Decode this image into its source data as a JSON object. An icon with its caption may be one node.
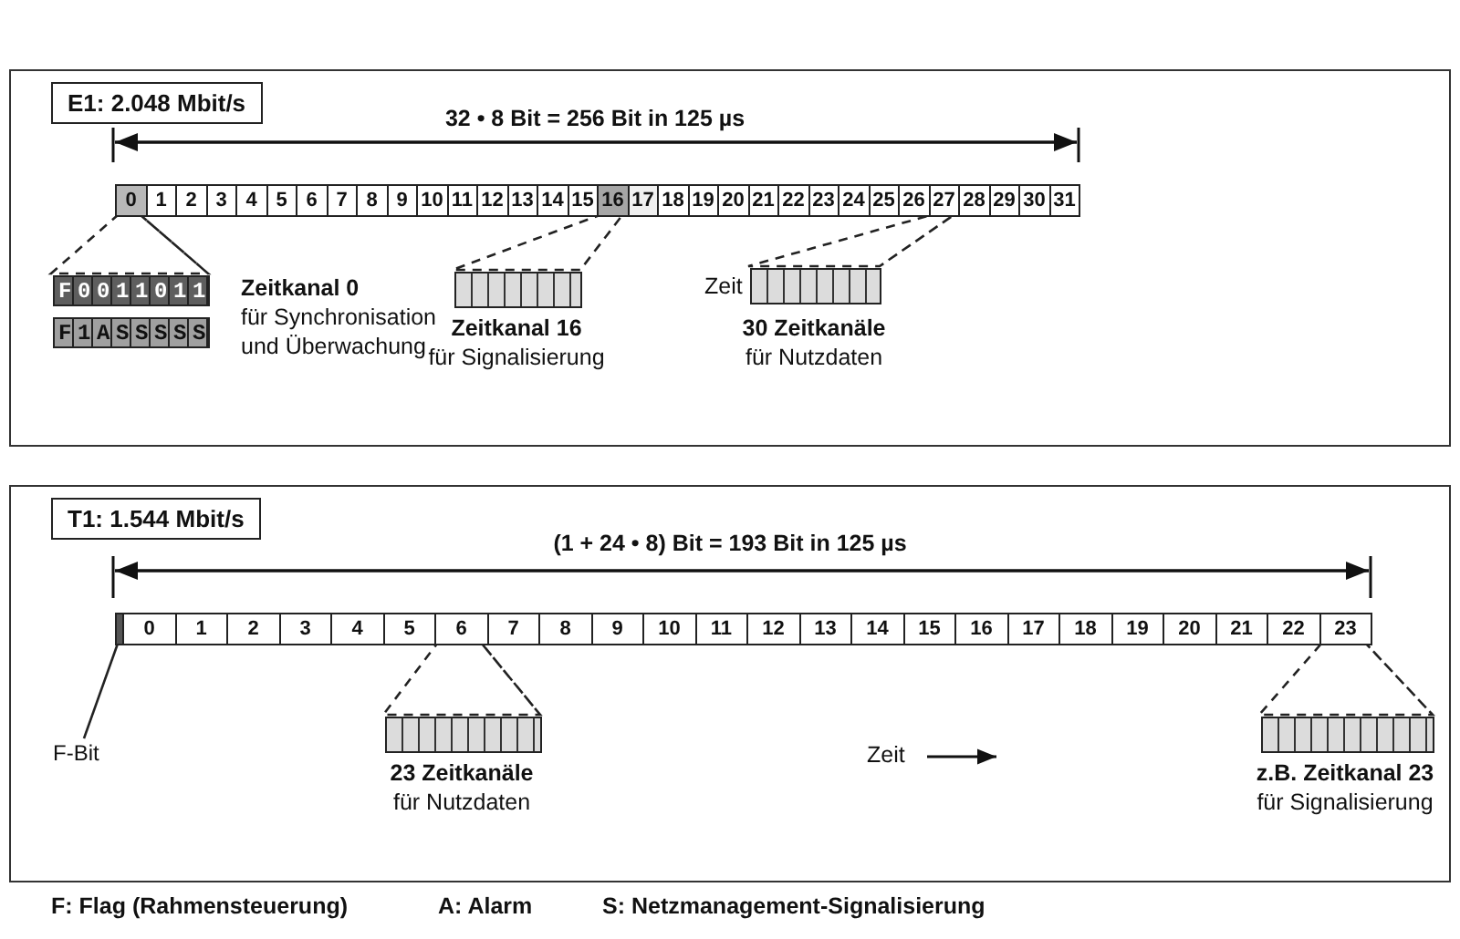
{
  "diagram": {
    "nodes": [
      {
        "text": [
          "E1: 2.048 Mbit/s"
        ]
      },
      {
        "text": [
          "0"
        ],
        "in": 0
      },
      {
        "text": [
          "1"
        ],
        "in": 0
      },
      {
        "text": [
          "2"
        ],
        "in": 0
      },
      {
        "text": [
          "3"
        ],
        "in": 0
      },
      {
        "text": [
          "4"
        ],
        "in": 0
      },
      {
        "text": [
          "5"
        ],
        "in": 0
      },
      {
        "text": [
          "6"
        ],
        "in": 0
      },
      {
        "text": [
          "7"
        ],
        "in": 0
      },
      {
        "text": [
          "8"
        ],
        "in": 0
      },
      {
        "text": [
          "9"
        ],
        "in": 0
      },
      {
        "text": [
          "10"
        ],
        "in": 0
      },
      {
        "text": [
          "11"
        ],
        "in": 0
      },
      {
        "text": [
          "12"
        ],
        "in": 0
      },
      {
        "text": [
          "13"
        ],
        "in": 0
      },
      {
        "text": [
          "14"
        ],
        "in": 0
      },
      {
        "text": [
          "15"
        ],
        "in": 0
      },
      {
        "text": [
          "16"
        ],
        "in": 0
      },
      {
        "text": [
          "17"
        ],
        "in": 0
      },
      {
        "text": [
          "18"
        ],
        "in": 0
      },
      {
        "text": [
          "19"
        ],
        "in": 0
      },
      {
        "text": [
          "20"
        ],
        "in": 0
      },
      {
        "text": [
          "21"
        ],
        "in": 0
      },
      {
        "text": [
          "22"
        ],
        "in": 0
      },
      {
        "text": [
          "23"
        ],
        "in": 0
      },
      {
        "text": [
          "24"
        ],
        "in": 0
      },
      {
        "text": [
          "25"
        ],
        "in": 0
      },
      {
        "text": [
          "26"
        ],
        "in": 0
      },
      {
        "text": [
          "27"
        ],
        "in": 0
      },
      {
        "text": [
          "28"
        ],
        "in": 0
      },
      {
        "text": [
          "29"
        ],
        "in": 0
      },
      {
        "text": [
          "30"
        ],
        "in": 0
      },
      {
        "text": [
          "31"
        ],
        "in": 0
      },
      {
        "text": [
          "F0011011"
        ],
        "in": 0,
        "beside": [
          "Zeitkanal 0",
          "für Synchronisation und Überwachung"
        ]
      },
      {
        "text": [
          "F1ASSSSS"
        ],
        "in": 0
      },
      {
        "text": [],
        "shape": "bar",
        "in": 0,
        "beside": [
          "Zeitkanal 16",
          "für Signalisierung"
        ]
      },
      {
        "text": [],
        "shape": "bar",
        "in": 0,
        "beside": [
          "30 Zeitkanäle",
          "für Nutzdaten"
        ]
      },
      {
        "text": [
          "T1: 1.544 Mbit/s"
        ]
      },
      {
        "text": [],
        "shape": "box",
        "in": 37
      },
      {
        "text": [
          "0"
        ],
        "in": 37
      },
      {
        "text": [
          "1"
        ],
        "in": 37
      },
      {
        "text": [
          "2"
        ],
        "in": 37
      },
      {
        "text": [
          "3"
        ],
        "in": 37
      },
      {
        "text": [
          "4"
        ],
        "in": 37
      },
      {
        "text": [
          "5"
        ],
        "in": 37
      },
      {
        "text": [
          "6"
        ],
        "in": 37
      },
      {
        "text": [
          "7"
        ],
        "in": 37
      },
      {
        "text": [
          "8"
        ],
        "in": 37
      },
      {
        "text": [
          "9"
        ],
        "in": 37
      },
      {
        "text": [
          "10"
        ],
        "in": 37
      },
      {
        "text": [
          "11"
        ],
        "in": 37
      },
      {
        "text": [
          "12"
        ],
        "in": 37
      },
      {
        "text": [
          "13"
        ],
        "in": 37
      },
      {
        "text": [
          "14"
        ],
        "in": 37
      },
      {
        "text": [
          "15"
        ],
        "in": 37
      },
      {
        "text": [
          "16"
        ],
        "in": 37
      },
      {
        "text": [
          "17"
        ],
        "in": 37
      },
      {
        "text": [
          "18"
        ],
        "in": 37
      },
      {
        "text": [
          "19"
        ],
        "in": 37
      },
      {
        "text": [
          "20"
        ],
        "in": 37
      },
      {
        "text": [
          "21"
        ],
        "in": 37
      },
      {
        "text": [
          "22"
        ],
        "in": 37
      },
      {
        "text": [
          "23"
        ],
        "in": 37
      },
      {
        "text": [
          "F-Bit"
        ],
        "in": 37
      },
      {
        "text": [],
        "shape": "bar",
        "in": 37,
        "beside": [
          "23 Zeitkanäle",
          "für Nutzdaten"
        ]
      },
      {
        "text": [],
        "shape": "bar",
        "in": 37,
        "beside": [
          "z.B. Zeitkanal 23",
          "für Signalisierung"
        ]
      }
    ],
    "edges": [
      {
        "from": 1,
        "to": 33,
        "arrow": "none",
        "style": "dashed"
      },
      {
        "from": 17,
        "to": 35,
        "arrow": "none",
        "style": "dashed"
      },
      {
        "from": 28,
        "to": 36,
        "arrow": "none",
        "style": "dashed"
      },
      {
        "from": 63,
        "to": 38,
        "arrow": "none"
      },
      {
        "from": 45,
        "to": 64,
        "arrow": "none",
        "style": "dashed"
      },
      {
        "from": 62,
        "to": 65,
        "arrow": "none",
        "style": "dashed"
      }
    ],
    "labels": [
      "32 • 8 Bit = 256 Bit in 125 µs",
      "Zeit",
      "(1 + 24 • 8) Bit = 193 Bit in 125 µs",
      "Zeit",
      "F: Flag (Rahmensteuerung)",
      "A: Alarm",
      "S: Netzmanagement-Signalisierung"
    ]
  }
}
